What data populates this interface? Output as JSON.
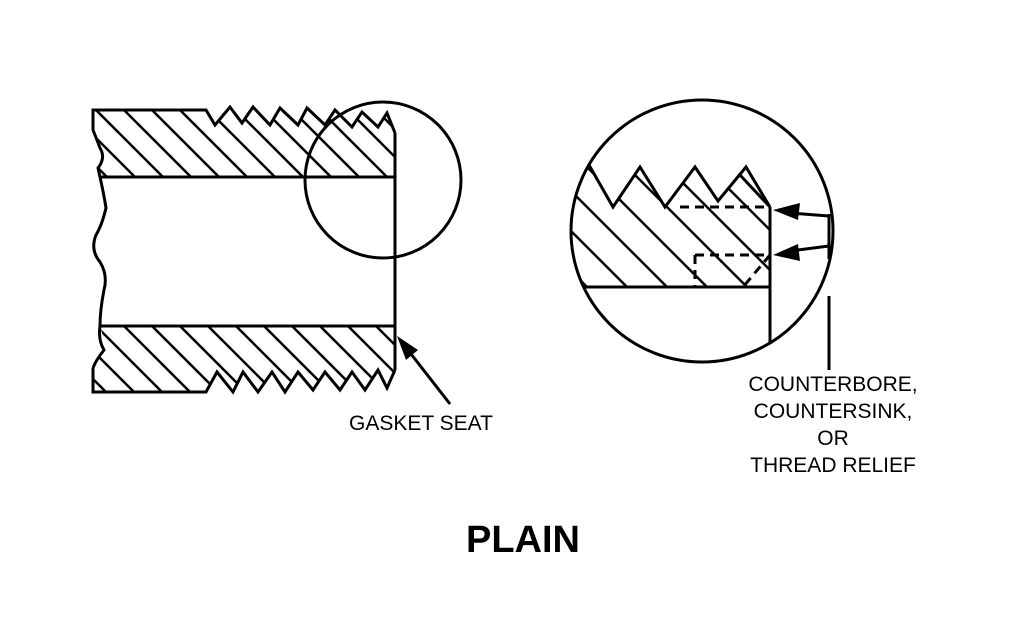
{
  "labels": {
    "gasket_seat": "GASKET SEAT",
    "relief_lines": [
      "COUNTERBORE,",
      "COUNTERSINK,",
      "OR",
      "THREAD RELIEF"
    ],
    "title": "PLAIN"
  },
  "colors": {
    "line": "#000000",
    "background": "#ffffff"
  }
}
